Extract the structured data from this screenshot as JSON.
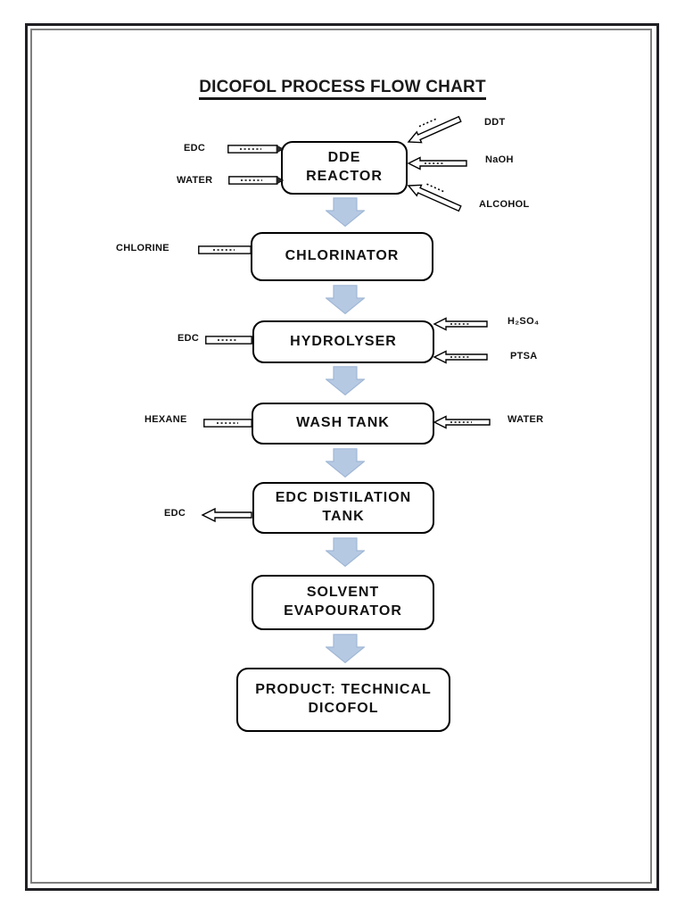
{
  "title": "DICOFOL PROCESS FLOW CHART",
  "colors": {
    "flow_arrow_fill": "#b6c9e3",
    "flow_arrow_border": "#a0b7d5",
    "outline": "#000000",
    "inner_frame_gray": "#7f7f7f",
    "background": "#ffffff"
  },
  "process_steps": [
    {
      "label": "DDE REACTOR"
    },
    {
      "label": "CHLORINATOR"
    },
    {
      "label": "HYDROLYSER"
    },
    {
      "label": "WASH TANK"
    },
    {
      "label": "EDC DISTILATION TANK"
    },
    {
      "label": "SOLVENT EVAPOURATOR"
    },
    {
      "label": "PRODUCT: TECHNICAL DICOFOL"
    }
  ],
  "streams": [
    {
      "text": "EDC",
      "target": "DDE REACTOR",
      "side": "left",
      "direction": "in"
    },
    {
      "text": "WATER",
      "target": "DDE REACTOR",
      "side": "left",
      "direction": "in"
    },
    {
      "text": "DDT",
      "target": "DDE REACTOR",
      "side": "right",
      "direction": "in"
    },
    {
      "text": "NaOH",
      "target": "DDE REACTOR",
      "side": "right",
      "direction": "in"
    },
    {
      "text": "ALCOHOL",
      "target": "DDE REACTOR",
      "side": "right",
      "direction": "in"
    },
    {
      "text": "CHLORINE",
      "target": "CHLORINATOR",
      "side": "left",
      "direction": "in"
    },
    {
      "text": "EDC",
      "target": "HYDROLYSER",
      "side": "left",
      "direction": "in"
    },
    {
      "text": "H₂SO₄",
      "target": "HYDROLYSER",
      "side": "right",
      "direction": "in"
    },
    {
      "text": "PTSA",
      "target": "HYDROLYSER",
      "side": "right",
      "direction": "in"
    },
    {
      "text": "HEXANE",
      "target": "WASH TANK",
      "side": "left",
      "direction": "in"
    },
    {
      "text": "WATER",
      "target": "WASH TANK",
      "side": "right",
      "direction": "in"
    },
    {
      "text": "EDC",
      "target": "EDC DISTILATION TANK",
      "side": "left",
      "direction": "out"
    }
  ]
}
